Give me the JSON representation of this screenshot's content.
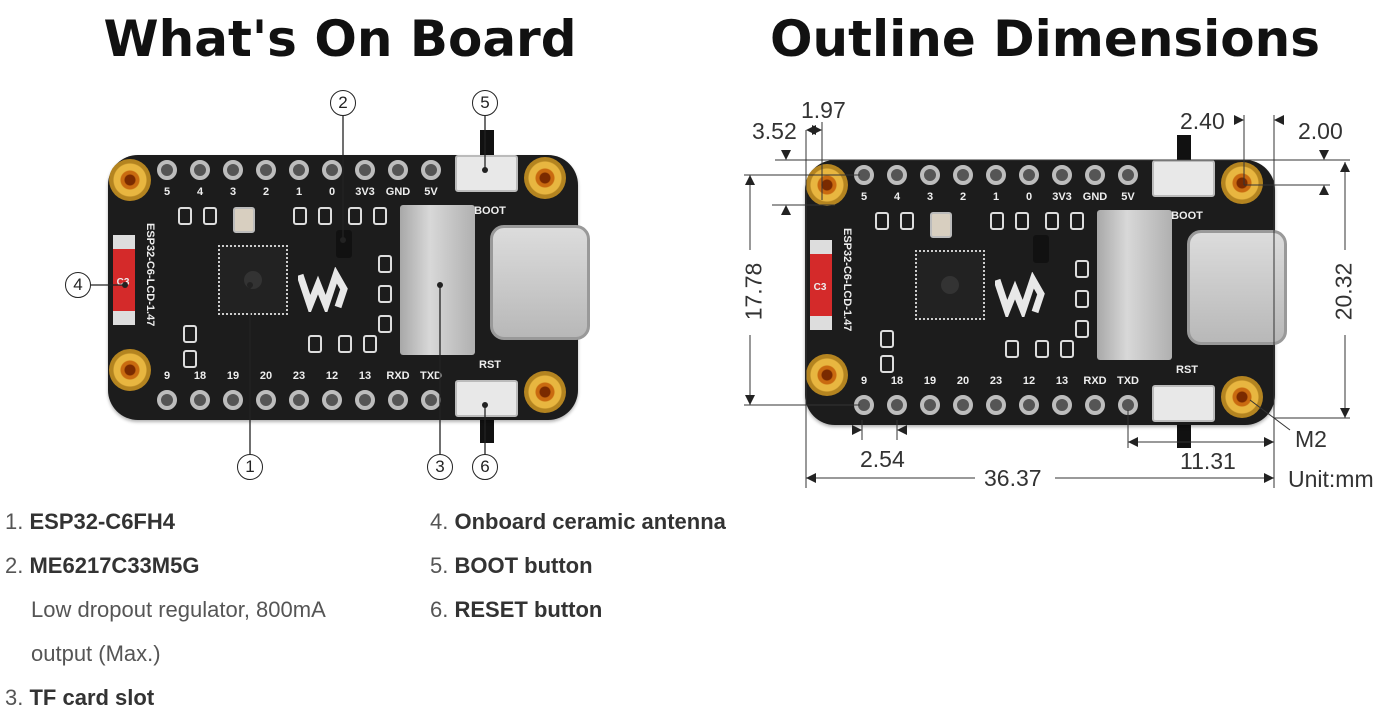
{
  "titles": {
    "left": "What's On Board",
    "right": "Outline Dimensions"
  },
  "board": {
    "pins_top": [
      "5",
      "4",
      "3",
      "2",
      "1",
      "0",
      "3V3",
      "GND",
      "5V"
    ],
    "pins_bottom": [
      "9",
      "18",
      "19",
      "20",
      "23",
      "12",
      "13",
      "RXD",
      "TXD"
    ],
    "boot_label": "BOOT",
    "rst_label": "RST",
    "silkscreen_name": "ESP32-C6-LCD-1.47",
    "antenna_marking": "C3"
  },
  "callouts": [
    "1",
    "2",
    "3",
    "4",
    "5",
    "6"
  ],
  "dimensions": {
    "d197": "1.97",
    "d352": "3.52",
    "d240": "2.40",
    "d200": "2.00",
    "d1778": "17.78",
    "d2032": "20.32",
    "d254": "2.54",
    "d1131": "11.31",
    "d3637": "36.37",
    "hole": "M2",
    "unit": "Unit:mm"
  },
  "components": [
    {
      "num": "1.",
      "name": "ESP32-C6FH4"
    },
    {
      "num": "2.",
      "name": "ME6217C33M5G",
      "desc_1": "Low dropout regulator, 800mA",
      "desc_2": "output (Max.)"
    },
    {
      "num": "3.",
      "name": "TF card slot"
    },
    {
      "num": "4.",
      "name": "Onboard ceramic antenna"
    },
    {
      "num": "5.",
      "name": "BOOT button"
    },
    {
      "num": "6.",
      "name": "RESET button"
    }
  ],
  "colors": {
    "pcb": "#1c1c1c",
    "gold": "#e8b640",
    "antenna": "#d42a2a"
  }
}
